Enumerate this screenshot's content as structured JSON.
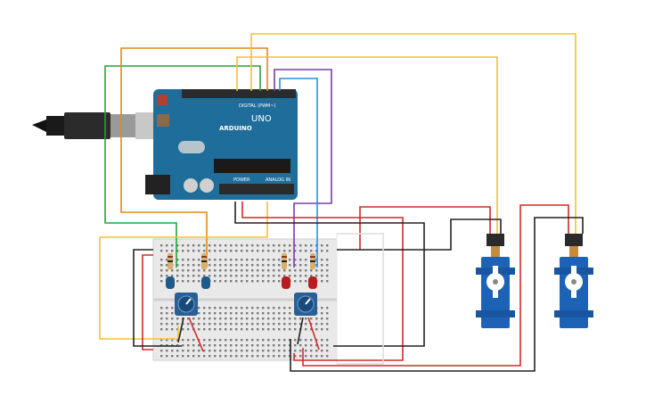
{
  "board": {
    "logo_text": "ARDUINO",
    "model_text": "UNO",
    "digital_label": "DIGITAL (PWM~)",
    "power_label": "POWER",
    "analog_label": "ANALOG IN",
    "color": "#1f6d9b"
  },
  "wire_colors": {
    "green": "#22a33a",
    "orange": "#e08a12",
    "yellow": "#f2c230",
    "purple": "#7a3aa8",
    "blue": "#2a8fe0",
    "red": "#d42a2a",
    "black": "#222222",
    "white": "#dddddd"
  },
  "components": {
    "servos": 2,
    "potentiometers": 2,
    "leds": [
      {
        "color_name": "blue",
        "color": "#1e5a8a"
      },
      {
        "color_name": "blue",
        "color": "#1e5a8a"
      },
      {
        "color_name": "red",
        "color": "#b81d1d"
      },
      {
        "color_name": "red",
        "color": "#b81d1d"
      }
    ],
    "resistors": 4
  }
}
